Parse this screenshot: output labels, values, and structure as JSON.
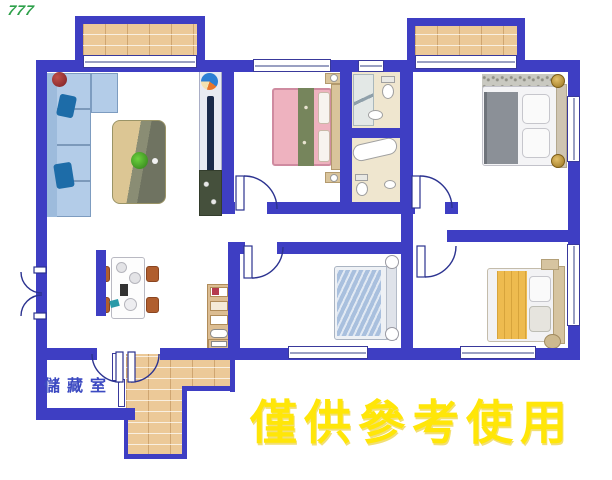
{
  "annotations": {
    "corner_mark": "777",
    "storage_room_label": "儲藏室",
    "watermark": "僅供參考使用"
  },
  "palette": {
    "wall_blue": "#3e3ec3",
    "watermark_yellow": "#ffe608",
    "corner_mark_green": "#2da04a",
    "storage_label_blue": "#3b49c1",
    "wood_tile": "#ecc998",
    "sofa_blue": "#b3cce8",
    "pillow_teal": "#1d6ca8",
    "bed_pink": "#eeb2bf",
    "blanket_green": "#76855c",
    "bed_blue": "#a9c0de",
    "bed_yellow": "#eebb4f",
    "duvet_gray": "#8b9097",
    "chair_orange": "#b05e2e",
    "bathroom_floor": "#efe6cf"
  },
  "semantic_elements": {
    "rooms": [
      "living-room",
      "dining-area",
      "storage-room",
      "bedroom-top-middle",
      "bathroom-top",
      "bathroom-ensuite",
      "master-bedroom",
      "bedroom-bottom-middle",
      "bedroom-bottom-right",
      "balcony-top-left",
      "balcony-top-right",
      "entry-porch",
      "hallway"
    ],
    "furniture_icons": [
      "l-shaped-sofa-icon",
      "coffee-table-icon",
      "plant-icon",
      "tv-cabinet-icon",
      "dining-table-icon",
      "dining-chair-icon",
      "shelf-unit-icon",
      "double-bed-icon",
      "nightstand-icon",
      "lamp-icon",
      "toilet-icon",
      "sink-icon",
      "shower-icon",
      "bathtub-icon",
      "door-swing-icon",
      "sliding-door-icon",
      "window-icon"
    ]
  }
}
